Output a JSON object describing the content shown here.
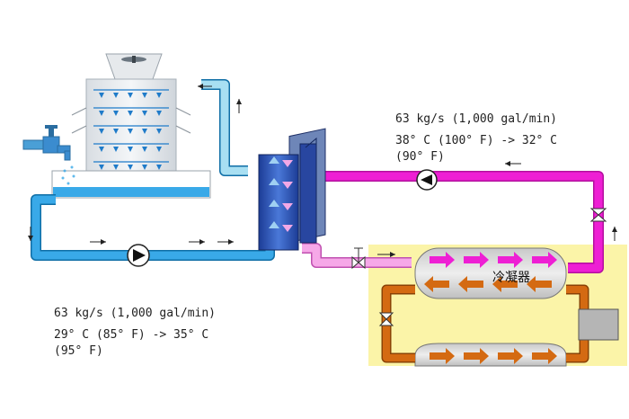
{
  "top_flow": {
    "rate": "63 kg/s (1,000 gal/min)",
    "temps_line1": "38° C (100° F) -> 32° C",
    "temps_line2": "(90° F)"
  },
  "bottom_flow": {
    "rate": "63 kg/s (1,000 gal/min)",
    "temps_line1": "29° C (85° F) -> 35° C",
    "temps_line2": "(95° F)"
  },
  "condenser": {
    "label": "冷凝器"
  },
  "colors": {
    "cooling_water": "#39a9e8",
    "cooling_water_light": "#a8dff2",
    "chilled_loop": "#ee1fd4",
    "chilled_loop_light": "#f6a8e8",
    "refrigerant": "#d46a12",
    "heat_exchanger": "#2a55b8",
    "condenser_zone": "#fbf4a8"
  },
  "icons": {
    "tower_fan": "fan-icon",
    "faucet": "faucet-icon",
    "pump": "pump-icon",
    "valve": "valve-icon",
    "compressor": "compressor-icon"
  }
}
